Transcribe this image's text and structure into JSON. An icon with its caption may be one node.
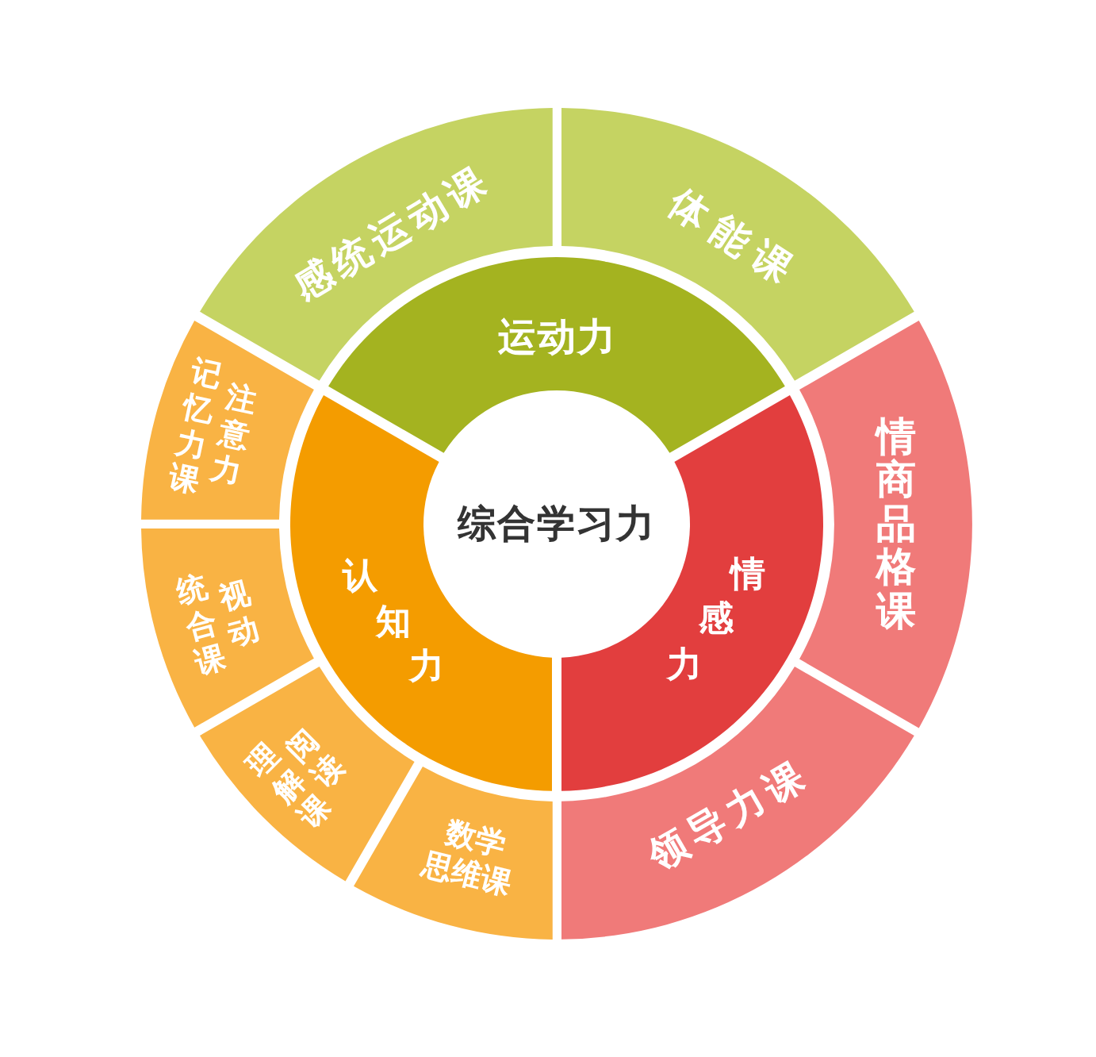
{
  "diagram": {
    "nodes": [
      {
        "text": [
          "综合学习力"
        ]
      },
      {
        "text": [
          "运动力"
        ]
      },
      {
        "text": [
          "情感力"
        ]
      },
      {
        "text": [
          "认知力"
        ]
      },
      {
        "text": [
          "感统运动课"
        ]
      },
      {
        "text": [
          "体能课"
        ]
      },
      {
        "text": [
          "情商品格课"
        ]
      },
      {
        "text": [
          "领导力课"
        ]
      },
      {
        "text": [
          "数学思维课"
        ]
      },
      {
        "text": [
          "阅读理解课"
        ]
      },
      {
        "text": [
          "视动统合课"
        ]
      },
      {
        "text": [
          "注意力记忆力课"
        ]
      }
    ]
  }
}
